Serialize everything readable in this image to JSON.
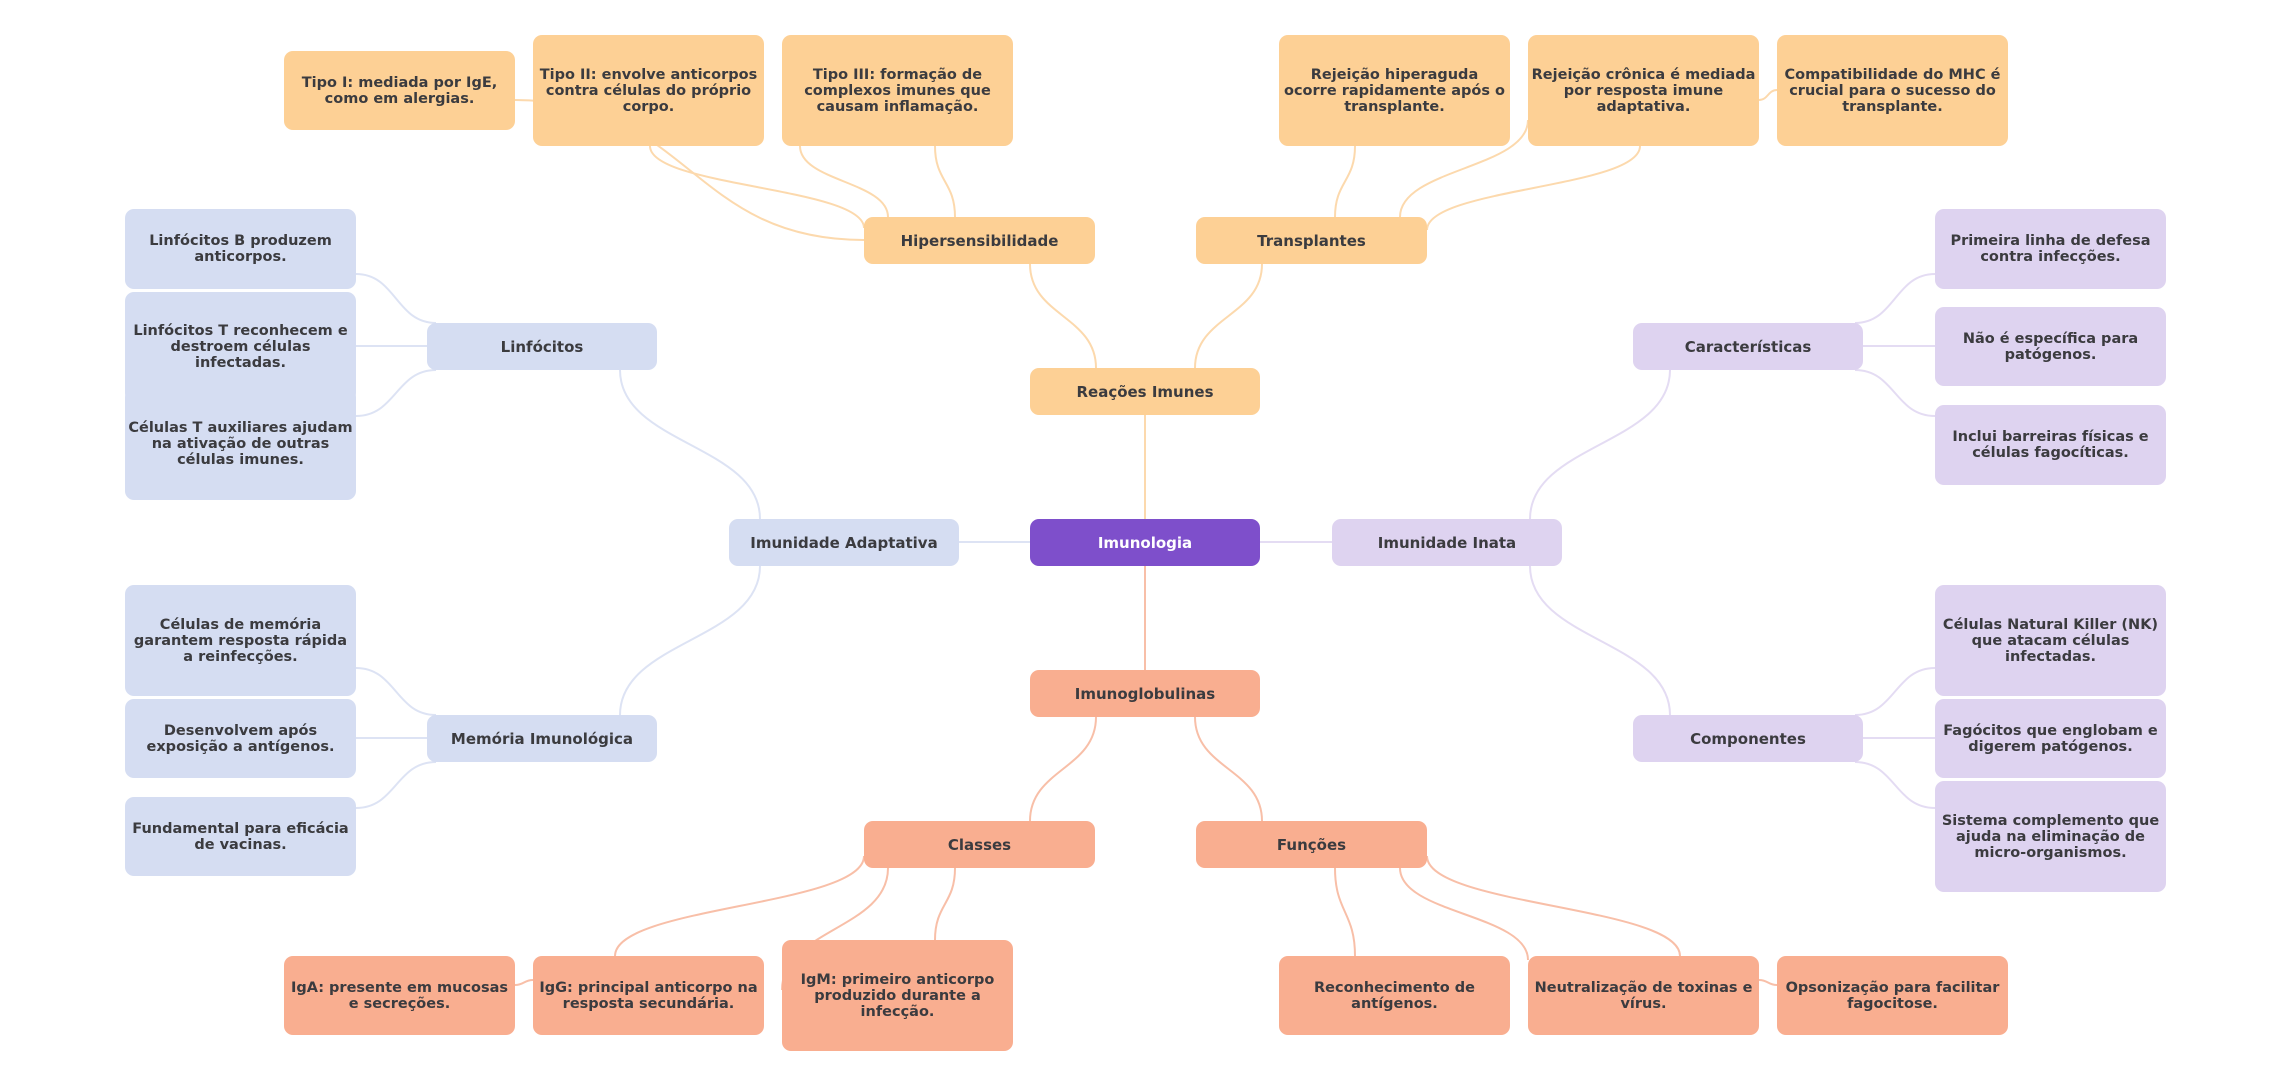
{
  "title": "Imunologia",
  "colors": {
    "root": "#7e4fcb",
    "adaptive": "#d5ddf2",
    "innate": "#ded3f0",
    "reactions": "#fdd095",
    "immunoglobulins": "#f9ae90",
    "edge_adaptive": "#dde3f4",
    "edge_innate": "#e4dcf3",
    "edge_reactions": "#fcd9ad",
    "edge_immunoglobulins": "#f8bfa8"
  },
  "root": {
    "label": "Imunologia"
  },
  "branches": {
    "adaptive": {
      "label": "Imunidade Adaptativa",
      "children": [
        {
          "label": "Linfócitos",
          "leaves": [
            "Linfócitos B produzem anticorpos.",
            "Linfócitos T reconhecem e destroem células infectadas.",
            "Células T auxiliares ajudam na ativação de outras células imunes."
          ]
        },
        {
          "label": "Memória Imunológica",
          "leaves": [
            "Células de memória garantem resposta rápida a reinfecções.",
            "Desenvolvem após exposição a antígenos.",
            "Fundamental para eficácia de vacinas."
          ]
        }
      ]
    },
    "innate": {
      "label": "Imunidade Inata",
      "children": [
        {
          "label": "Características",
          "leaves": [
            "Primeira linha de defesa contra infecções.",
            "Não é específica para patógenos.",
            "Inclui barreiras físicas e células fagocíticas."
          ]
        },
        {
          "label": "Componentes",
          "leaves": [
            "Células Natural Killer (NK) que atacam células infectadas.",
            "Fagócitos que englobam e digerem patógenos.",
            "Sistema complemento que ajuda na eliminação de micro-organismos."
          ]
        }
      ]
    },
    "reactions": {
      "label": "Reações Imunes",
      "children": [
        {
          "label": "Hipersensibilidade",
          "leaves": [
            "Tipo I: mediada por IgE, como em alergias.",
            "Tipo II: envolve anticorpos contra células do próprio corpo.",
            "Tipo III: formação de complexos imunes que causam inflamação."
          ]
        },
        {
          "label": "Transplantes",
          "leaves": [
            "Rejeição hiperaguda ocorre rapidamente após o transplante.",
            "Rejeição crônica é mediada por resposta imune adaptativa.",
            "Compatibilidade do MHC é crucial para o sucesso do transplante."
          ]
        }
      ]
    },
    "immunoglobulins": {
      "label": "Imunoglobulinas",
      "children": [
        {
          "label": "Classes",
          "leaves": [
            "IgA: presente em mucosas e secreções.",
            "IgG: principal anticorpo na resposta secundária.",
            "IgM: primeiro anticorpo produzido durante a infecção."
          ]
        },
        {
          "label": "Funções",
          "leaves": [
            "Reconhecimento de antígenos.",
            "Neutralização de toxinas e vírus.",
            "Opsonização para facilitar fagocitose."
          ]
        }
      ]
    }
  }
}
